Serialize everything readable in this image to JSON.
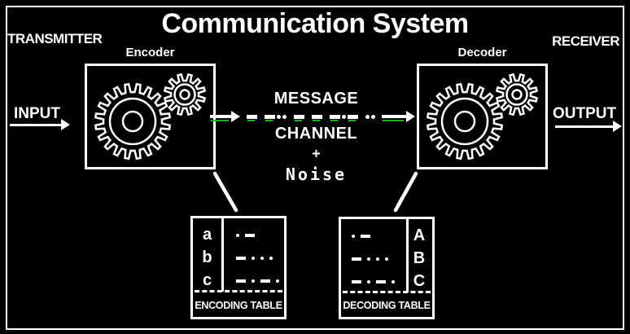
{
  "colors": {
    "background": "#000000",
    "foreground": "#ffffff",
    "signal_accent": "#18b418"
  },
  "title": "Communication System",
  "transmitter": {
    "label": "TRANSMITTER",
    "input_label": "INPUT",
    "encoder_label": "Encoder"
  },
  "receiver": {
    "label": "RECEIVER",
    "output_label": "OUTPUT",
    "decoder_label": "Decoder"
  },
  "channel": {
    "message_label": "MESSAGE",
    "channel_label": "CHANNEL",
    "plus": "+",
    "noise_label": "Noise",
    "signal_pattern": "- -.. - - -.- .. "
  },
  "encoding_table": {
    "title": "ENCODING TABLE",
    "rows": [
      {
        "symbol": "a",
        "code": ". -"
      },
      {
        "symbol": "b",
        "code": "- . . ."
      },
      {
        "symbol": "c",
        "code": "- . - ."
      }
    ]
  },
  "decoding_table": {
    "title": "DECODING TABLE",
    "rows": [
      {
        "code": ". -",
        "symbol": "A"
      },
      {
        "code": "- . . .",
        "symbol": "B"
      },
      {
        "code": "- . - .",
        "symbol": "C"
      }
    ]
  },
  "icons": {
    "encoder": "gears-icon",
    "decoder": "gears-icon"
  }
}
